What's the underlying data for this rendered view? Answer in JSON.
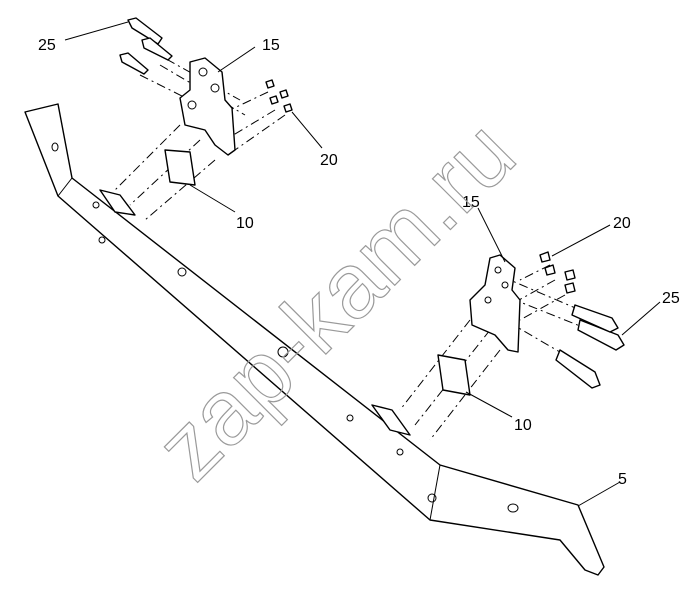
{
  "diagram": {
    "callouts": {
      "bolt_left": "25",
      "bracket_left": "15",
      "screw_left": "20",
      "plate_left": "10",
      "bracket_right": "15",
      "screw_right": "20",
      "bolt_right": "25",
      "plate_right": "10",
      "beam": "5"
    },
    "watermark": "zap-kam.ru"
  }
}
